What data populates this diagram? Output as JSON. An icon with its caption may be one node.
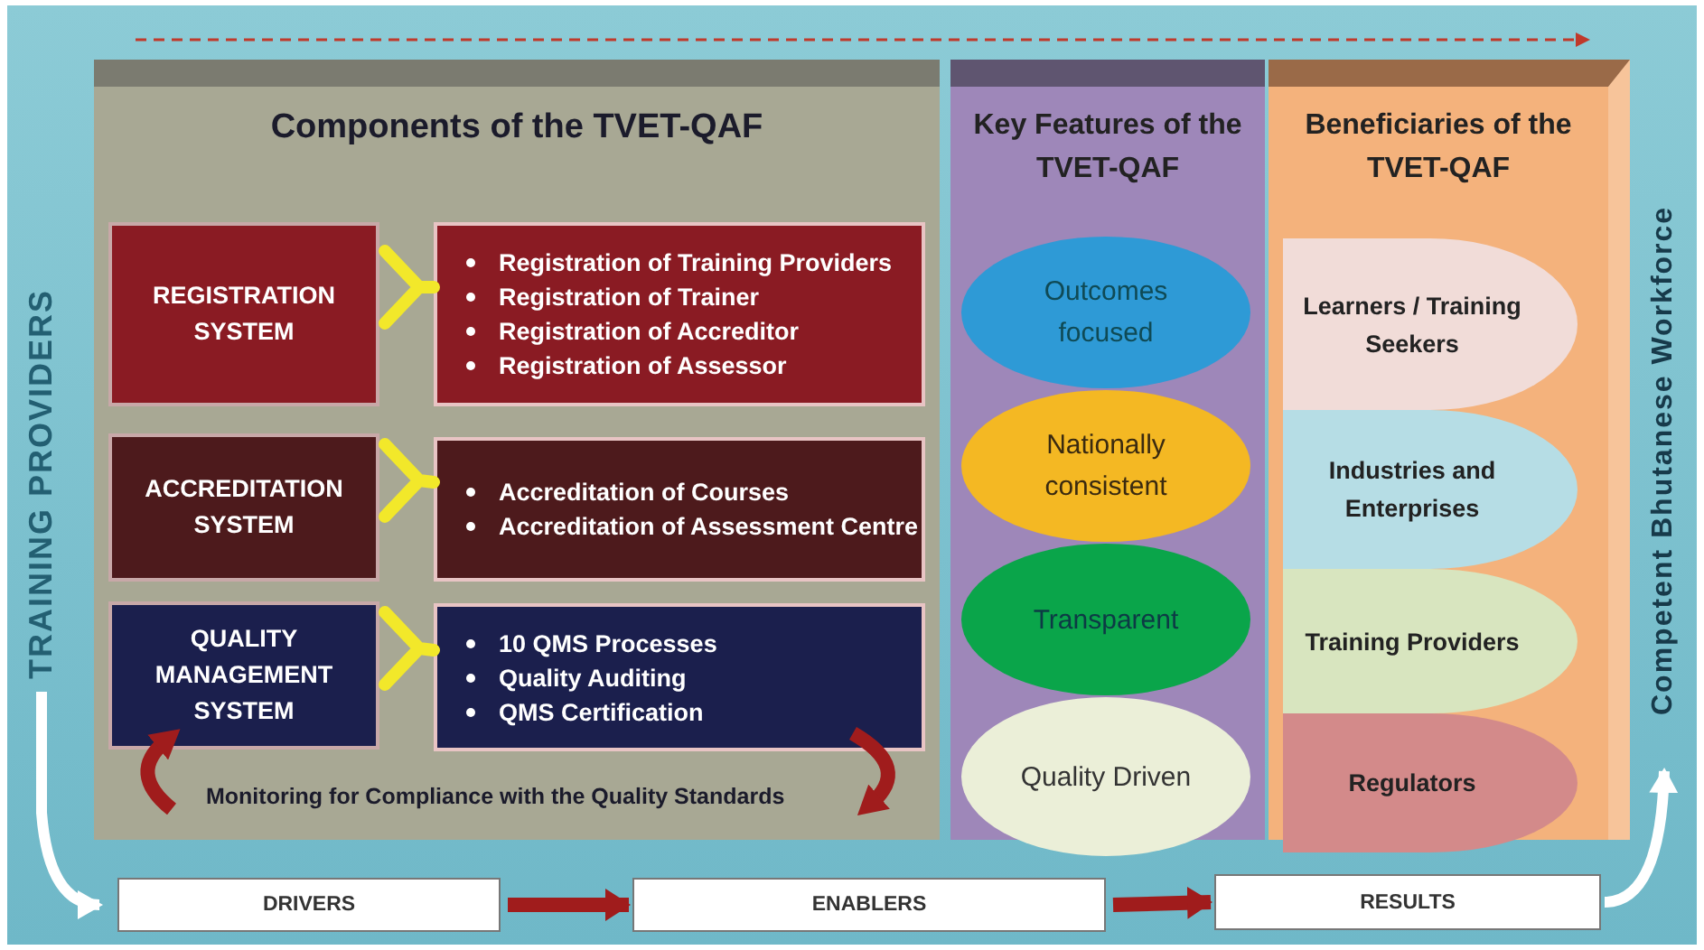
{
  "diagram": {
    "nodes": [
      {
        "text": [
          "TRAINING PROVIDERS"
        ]
      },
      {
        "text": [
          "Components of the TVET-QAF",
          "Monitoring for Compliance with the Quality Standards"
        ]
      },
      {
        "text": [
          "REGISTRATION SYSTEM"
        ],
        "in": 1
      },
      {
        "text": [
          "Registration of Training Providers",
          "Registration of Trainer",
          "Registration of Accreditor",
          "Registration of Assessor"
        ],
        "in": 1
      },
      {
        "text": [
          "ACCREDITATION SYSTEM"
        ],
        "in": 1
      },
      {
        "text": [
          "Accreditation of Courses",
          "Accreditation of Assessment Centre"
        ],
        "in": 1
      },
      {
        "text": [
          "QUALITY MANAGEMENT SYSTEM"
        ],
        "in": 1
      },
      {
        "text": [
          "10 QMS Processes",
          "Quality Auditing",
          "QMS Certification"
        ],
        "in": 1
      },
      {
        "text": [
          "Key Features of the TVET-QAF"
        ]
      },
      {
        "text": [
          "Outcomes focused"
        ],
        "in": 8
      },
      {
        "text": [
          "Nationally consistent"
        ],
        "in": 8
      },
      {
        "text": [
          "Transparent"
        ],
        "in": 8
      },
      {
        "text": [
          "Quality Driven"
        ],
        "in": 8
      },
      {
        "text": [
          "Beneficiaries of the TVET-QAF"
        ]
      },
      {
        "text": [
          "Learners / Training Seekers"
        ],
        "in": 13
      },
      {
        "text": [
          "Industries and Enterprises"
        ],
        "in": 13
      },
      {
        "text": [
          "Training Providers"
        ],
        "in": 13
      },
      {
        "text": [
          "Regulators"
        ],
        "in": 13
      },
      {
        "text": [
          "Competent Bhutanese Workforce"
        ]
      },
      {
        "text": [
          "DRIVERS"
        ]
      },
      {
        "text": [
          "ENABLERS"
        ]
      },
      {
        "text": [
          "RESULTS"
        ]
      }
    ],
    "edges": [
      {
        "from": 0,
        "to": 19,
        "arrow": "to",
        "color": "#ffffff"
      },
      {
        "from": 2,
        "to": 3,
        "arrow": "to",
        "color": "#f2e82a"
      },
      {
        "from": 4,
        "to": 5,
        "arrow": "to",
        "color": "#f2e82a"
      },
      {
        "from": 6,
        "to": 7,
        "arrow": "to",
        "color": "#f2e82a"
      },
      {
        "from": 19,
        "to": 20,
        "arrow": "to",
        "color": "#a01c1c"
      },
      {
        "from": 20,
        "to": 21,
        "arrow": "to",
        "color": "#a01c1c"
      },
      {
        "from": 21,
        "to": 18,
        "arrow": "to",
        "color": "#ffffff"
      }
    ]
  }
}
